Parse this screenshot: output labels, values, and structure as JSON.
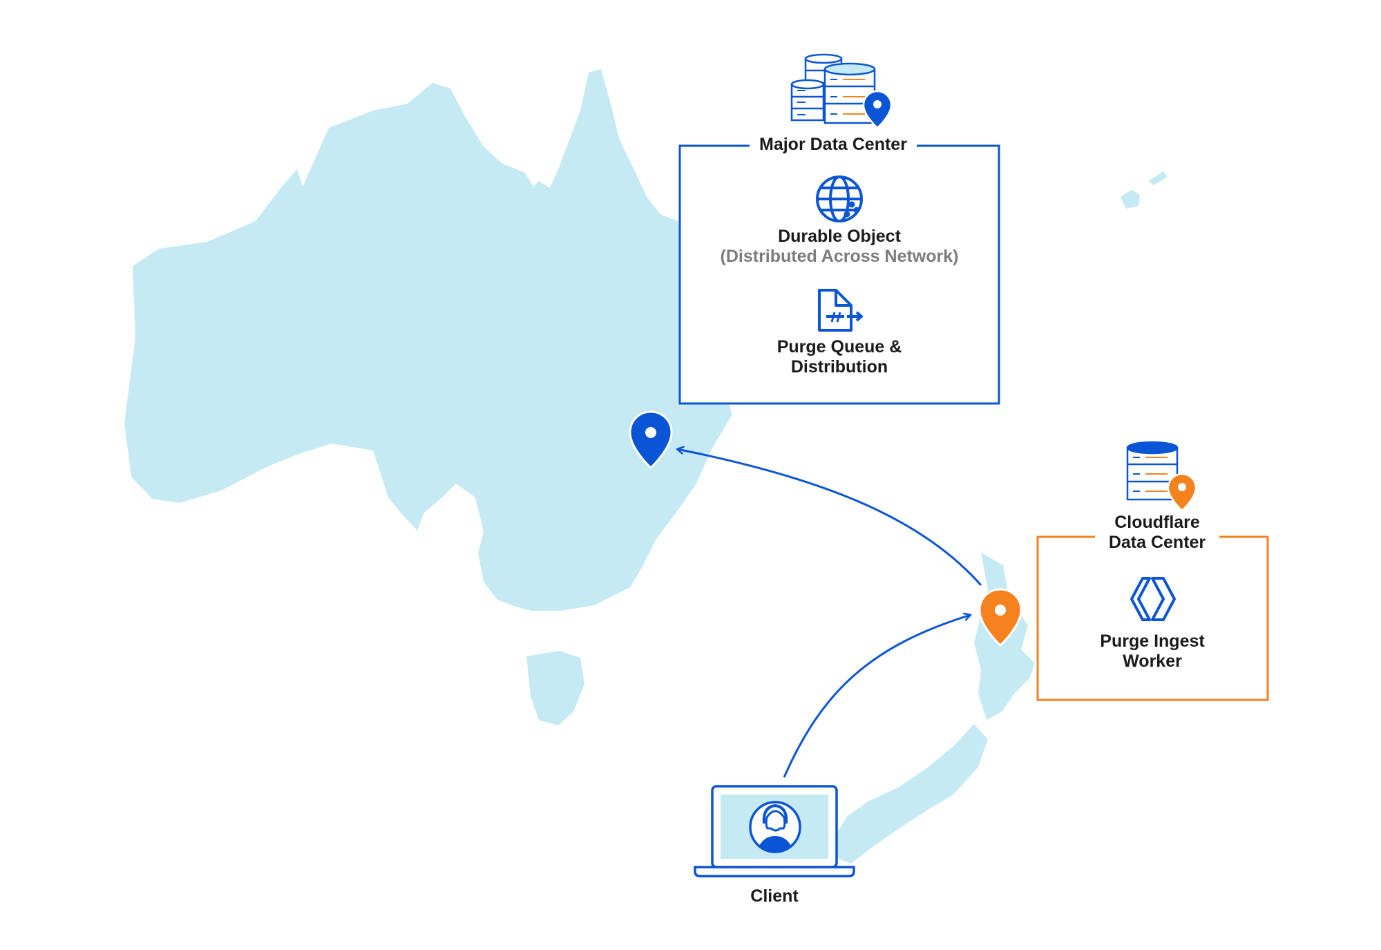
{
  "regions": {
    "major_data_center": {
      "title": "Major Data Center",
      "durable_object": {
        "name": "Durable Object",
        "detail": "(Distributed Across Network)"
      },
      "purge_queue": {
        "line1": "Purge Queue &",
        "line2": "Distribution"
      }
    },
    "cloudflare_data_center": {
      "title_line1": "Cloudflare",
      "title_line2": "Data Center",
      "worker": {
        "line1": "Purge Ingest",
        "line2": "Worker"
      }
    }
  },
  "client": {
    "label": "Client"
  },
  "colors": {
    "land": "#c6eaf3",
    "blue": "#0a55d6",
    "orange": "#f5821f",
    "text": "#1b1b1b",
    "muted": "#7c7c7c"
  },
  "icons": [
    "database-stack-icon",
    "location-pin-icon",
    "globe-icon",
    "document-queue-icon",
    "workers-chevron-icon",
    "database-icon",
    "laptop-icon",
    "user-avatar-icon"
  ]
}
